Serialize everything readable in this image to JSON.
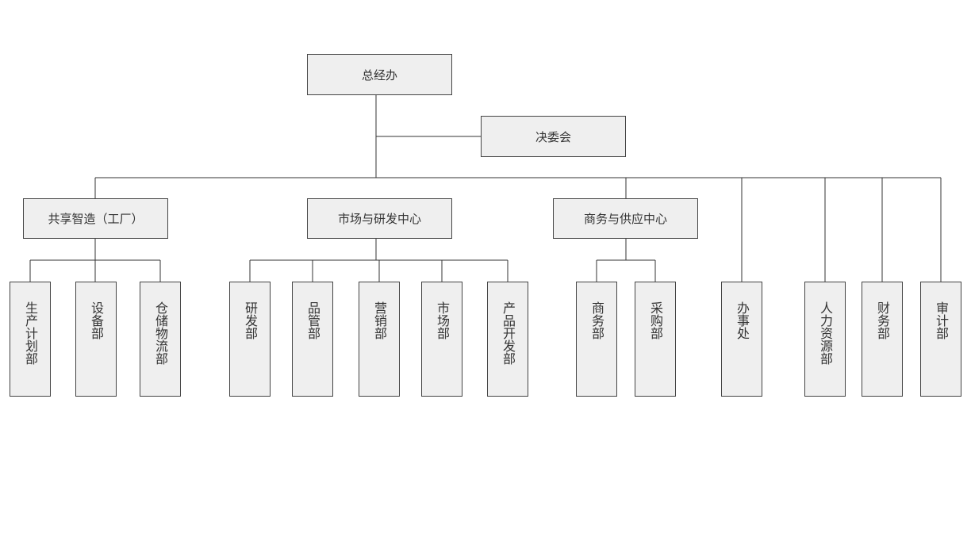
{
  "org": {
    "top": "总经办",
    "committee": "决委会",
    "centers": {
      "factory": "共享智造（工厂）",
      "market_rd": "市场与研发中心",
      "business_supply": "商务与供应中心"
    },
    "depts": {
      "production_plan": "生产计划部",
      "equipment": "设备部",
      "warehouse": "仓储物流部",
      "rd": "研发部",
      "quality": "品管部",
      "marketing": "营销部",
      "market": "市场部",
      "product_dev": "产品开发部",
      "business": "商务部",
      "purchase": "采购部",
      "office": "办事处",
      "hr": "人力资源部",
      "finance": "财务部",
      "audit": "审计部"
    }
  }
}
